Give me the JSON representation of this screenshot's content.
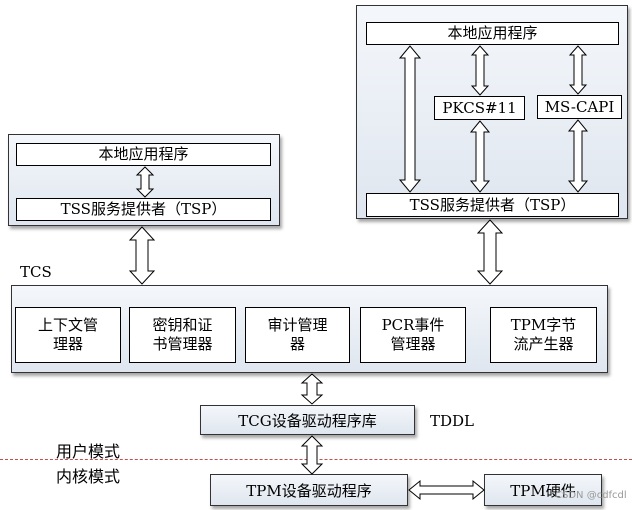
{
  "left_tsp_panel": {
    "app_label": "本地应用程序",
    "tsp_label": "TSS服务提供者（TSP）"
  },
  "right_tsp_panel": {
    "app_label": "本地应用程序",
    "pkcs_label": "PKCS#11",
    "mscapi_label": "MS-CAPI",
    "tsp_label": "TSS服务提供者（TSP）"
  },
  "tcs": {
    "label": "TCS",
    "modules": [
      {
        "line1": "上下文管",
        "line2": "理器"
      },
      {
        "line1": "密钥和证",
        "line2": "书管理器"
      },
      {
        "line1": "审计管理",
        "line2": "器"
      },
      {
        "line1": "PCR事件",
        "line2": "管理器"
      },
      {
        "line1": "TPM字节",
        "line2": "流产生器"
      }
    ]
  },
  "tddl": {
    "box_label": "TCG设备驱动程序库",
    "side_label": "TDDL"
  },
  "mode_labels": {
    "user": "用户模式",
    "kernel": "内核模式"
  },
  "tpm_driver_label": "TPM设备驱动程序",
  "tpm_hardware_label": "TPM硬件",
  "watermark": "CSDN @cdfcdl"
}
